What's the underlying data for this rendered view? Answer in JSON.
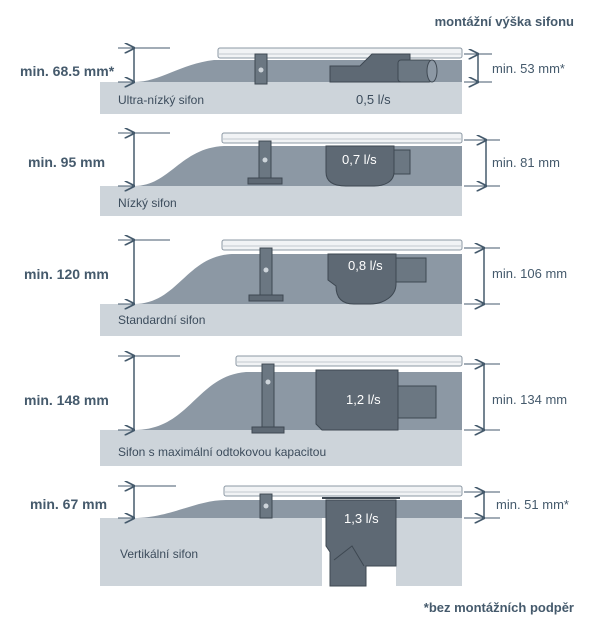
{
  "header": {
    "title": "montážní výška sifonu"
  },
  "footer": {
    "note": "*bez montážních podpěr"
  },
  "colors": {
    "floor_light": "#cdd4da",
    "floor_slope": "#8c98a4",
    "body_dark": "#5e6974",
    "label_text": "#3c4c5c",
    "dimension_line": "#455a6c",
    "rail": "#f1f3f5"
  },
  "sections": [
    {
      "name": "Ultra-nízký sifon",
      "min_total": "min. 68.5 mm*",
      "flow": "0,5 l/s",
      "min_siphon": "min. 53 mm*"
    },
    {
      "name": "Nízký sifon",
      "min_total": "min. 95 mm",
      "flow": "0,7 l/s",
      "min_siphon": "min. 81 mm"
    },
    {
      "name": "Standardní sifon",
      "min_total": "min. 120 mm",
      "flow": "0,8 l/s",
      "min_siphon": "min. 106 mm"
    },
    {
      "name": "Sifon s maximální odtokovou kapacitou",
      "min_total": "min. 148 mm",
      "flow": "1,2 l/s",
      "min_siphon": "min. 134 mm"
    },
    {
      "name": "Vertikální sifon",
      "min_total": "min. 67 mm",
      "flow": "1,3 l/s",
      "min_siphon": "min. 51 mm*"
    }
  ]
}
